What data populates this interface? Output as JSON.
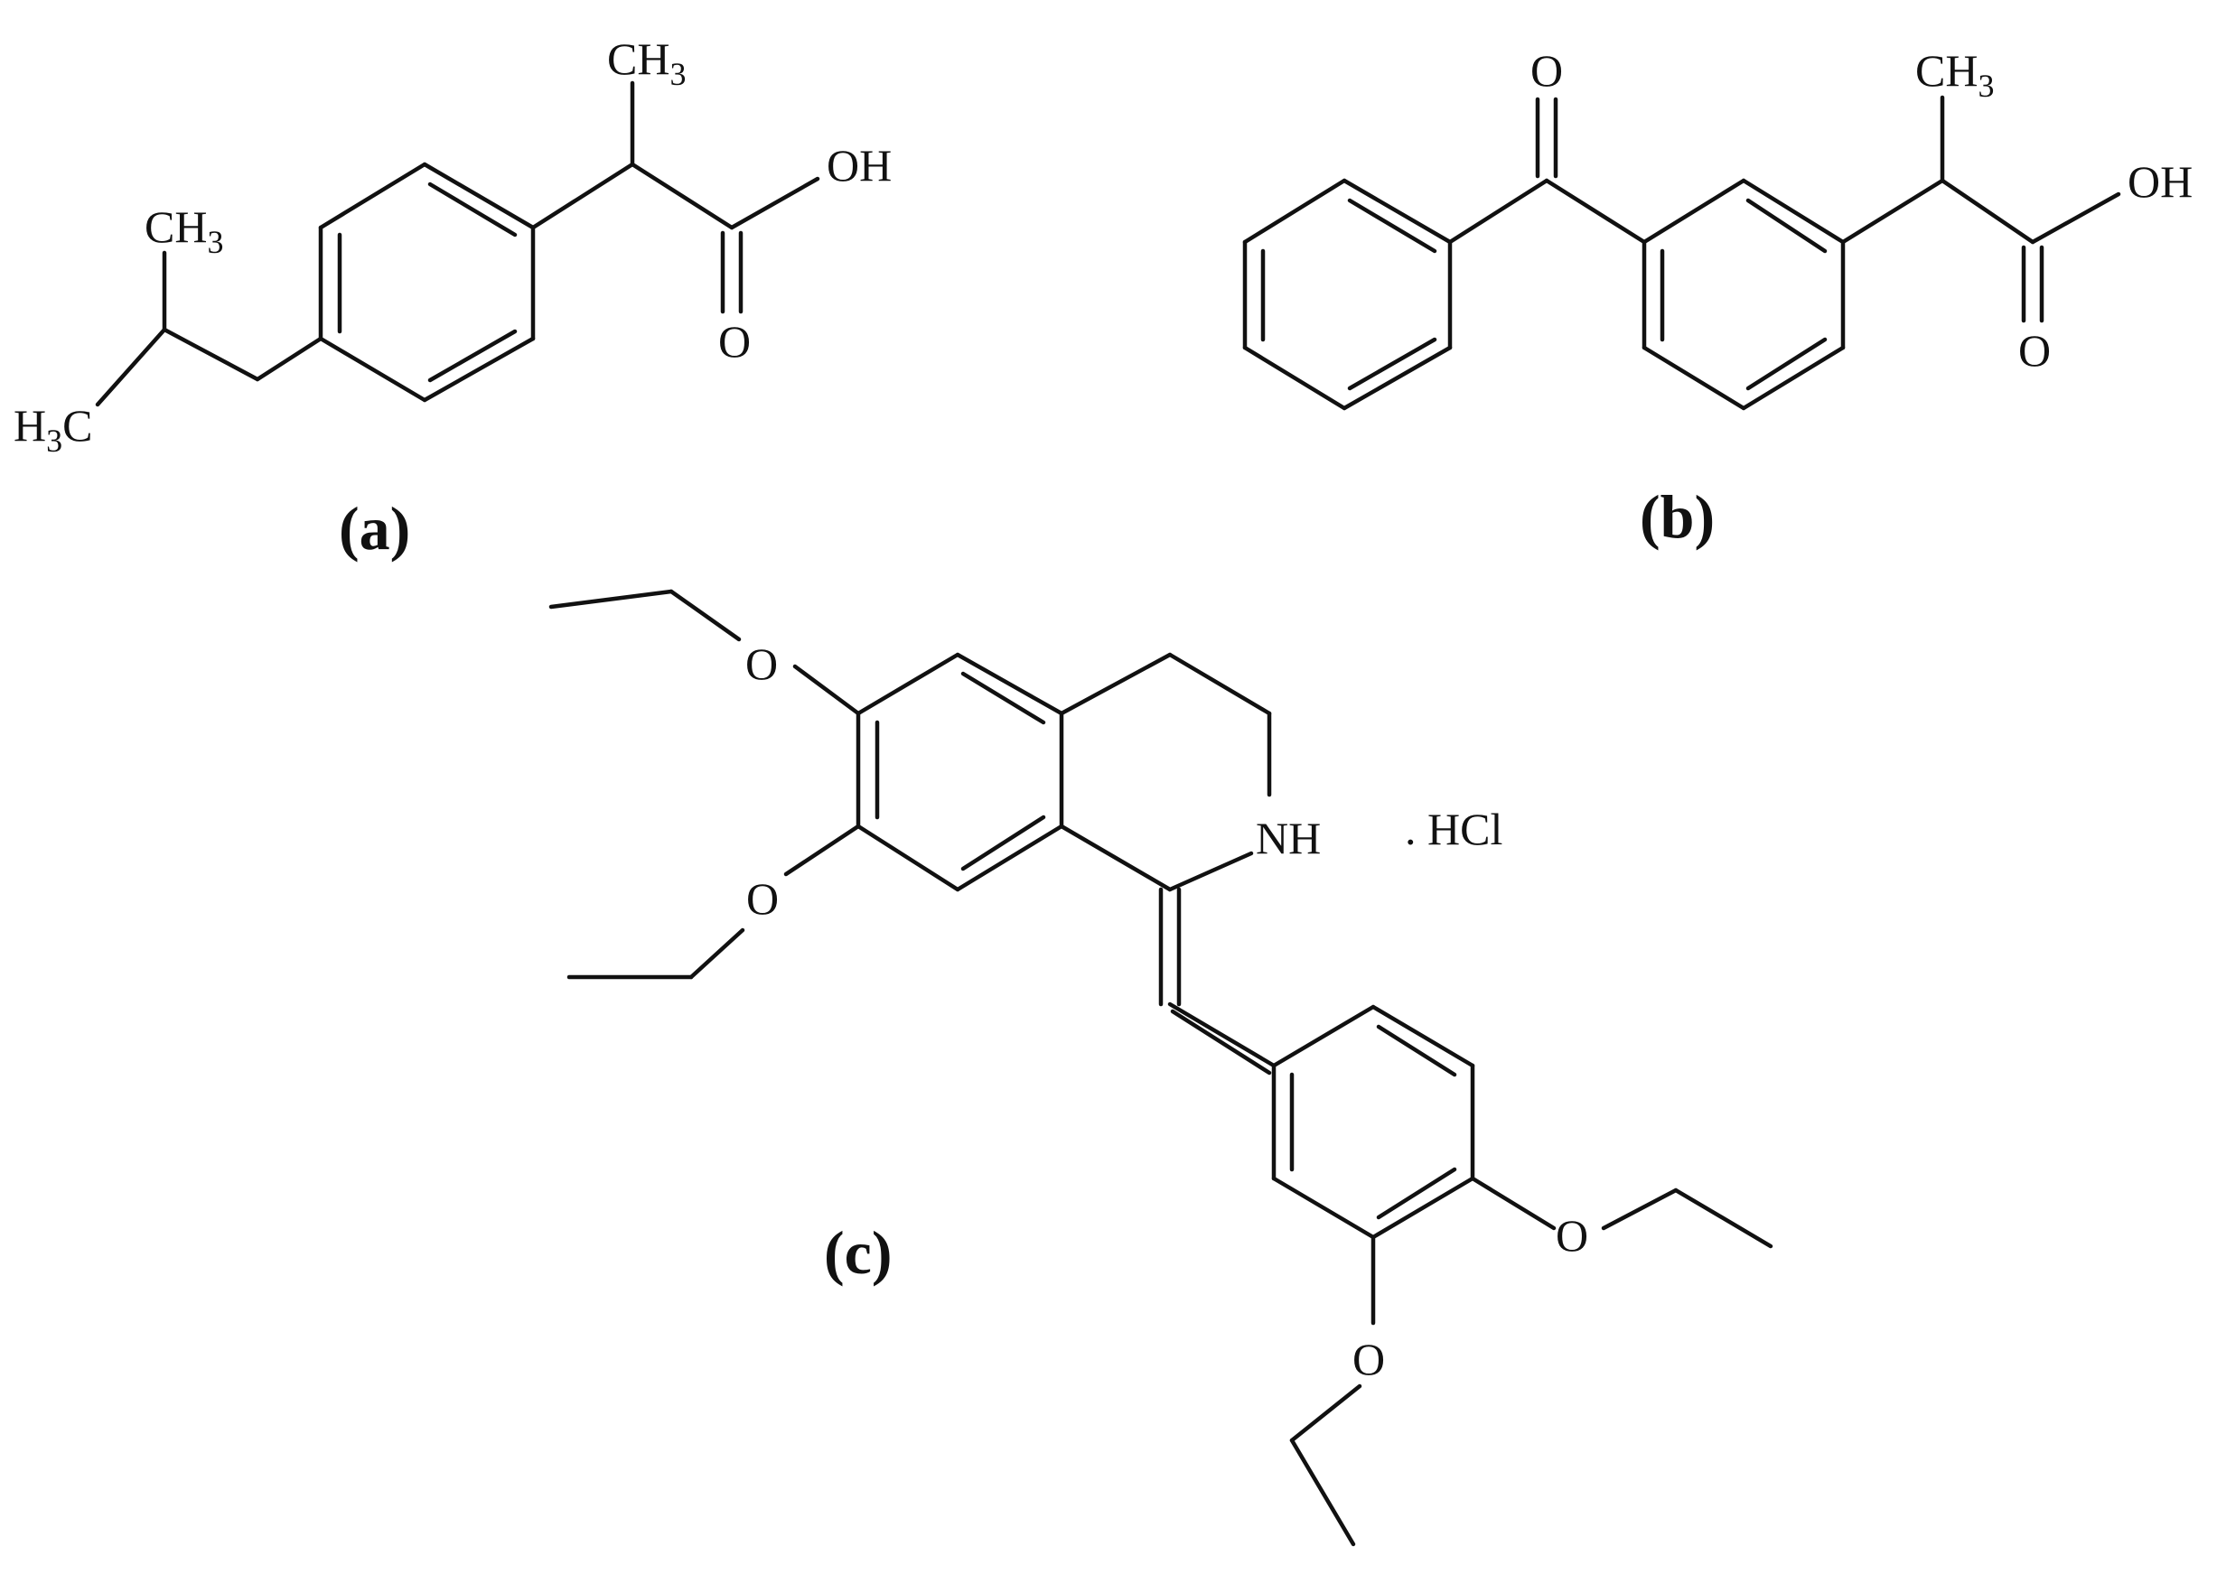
{
  "molecules": [
    {
      "id": "a",
      "label": "(a)",
      "atom_labels": [
        "CH3",
        "CH3",
        "H3C",
        "OH",
        "O"
      ]
    },
    {
      "id": "b",
      "label": "(b)",
      "atom_labels": [
        "O",
        "CH3",
        "OH",
        "O"
      ]
    },
    {
      "id": "c",
      "label": "(c)",
      "atom_labels": [
        "O",
        "O",
        "NH",
        "O",
        "O"
      ],
      "salt": ". HCl"
    }
  ]
}
